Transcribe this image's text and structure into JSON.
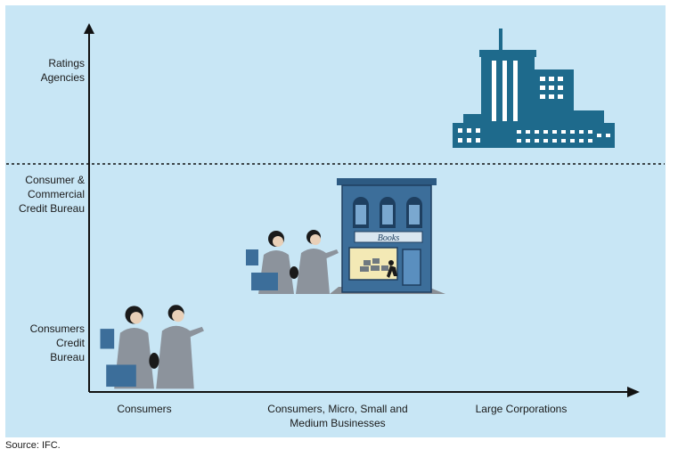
{
  "y_axis_labels": {
    "ratings": "Ratings\nAgencies",
    "commercial": "Consumer &\nCommercial\nCredit Bureau",
    "consumers": "Consumers\nCredit\nBureau"
  },
  "x_axis_labels": {
    "consumers": "Consumers",
    "smb": "Consumers, Micro, Small and\nMedium Businesses",
    "corporations": "Large Corporations"
  },
  "shop_sign": "Books",
  "source": "Source: IFC.",
  "colors": {
    "background": "#c8e6f5",
    "building": "#1e6a8c",
    "shop": "#3c6e9a",
    "figures": "#8c939c"
  }
}
